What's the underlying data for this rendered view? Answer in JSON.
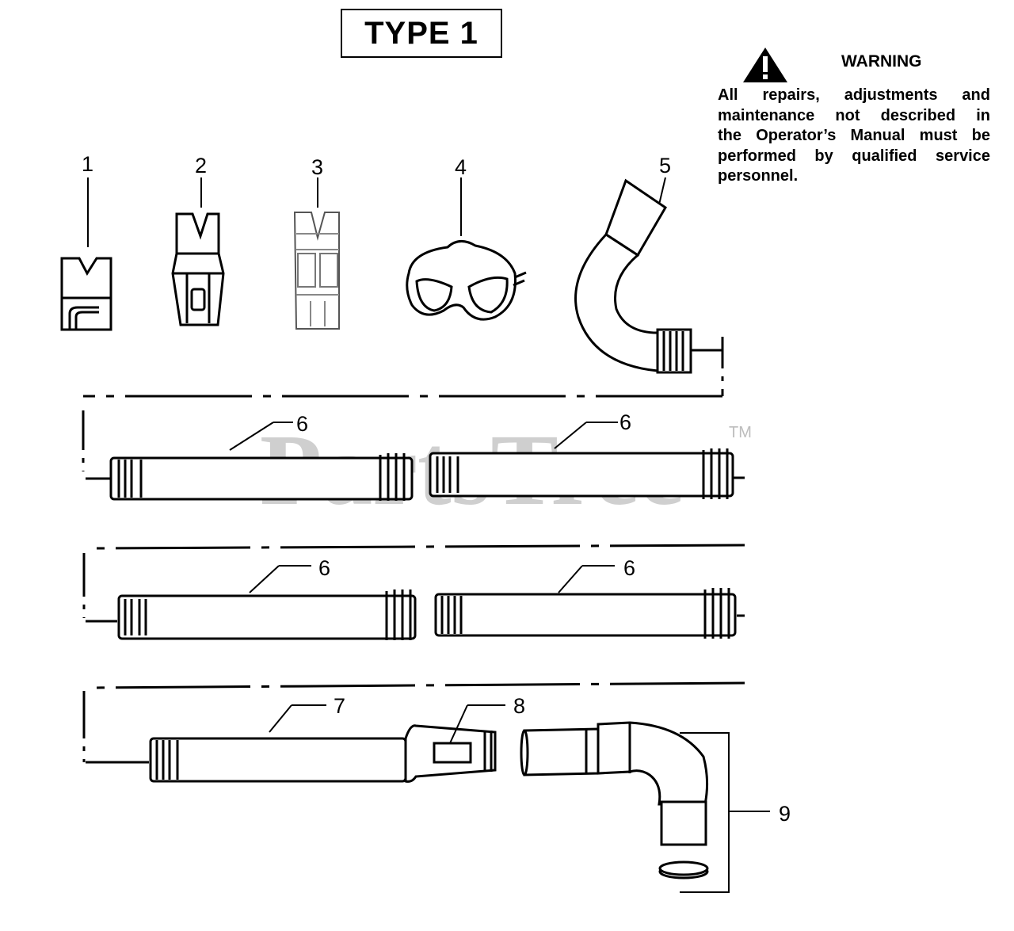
{
  "header": {
    "type_label": "TYPE 1"
  },
  "warning": {
    "icon": "warning-triangle-icon",
    "title": "WARNING",
    "lines": [
      "All repairs, adjustments and",
      "maintenance not described in",
      "the Operator’s Manual must be",
      "performed by qualified service",
      "personnel."
    ]
  },
  "watermark": {
    "text": "PartsTree",
    "trademark": "TM"
  },
  "callouts": [
    "1",
    "2",
    "3",
    "4",
    "5",
    "6",
    "6",
    "6",
    "6",
    "7",
    "8",
    "9"
  ]
}
